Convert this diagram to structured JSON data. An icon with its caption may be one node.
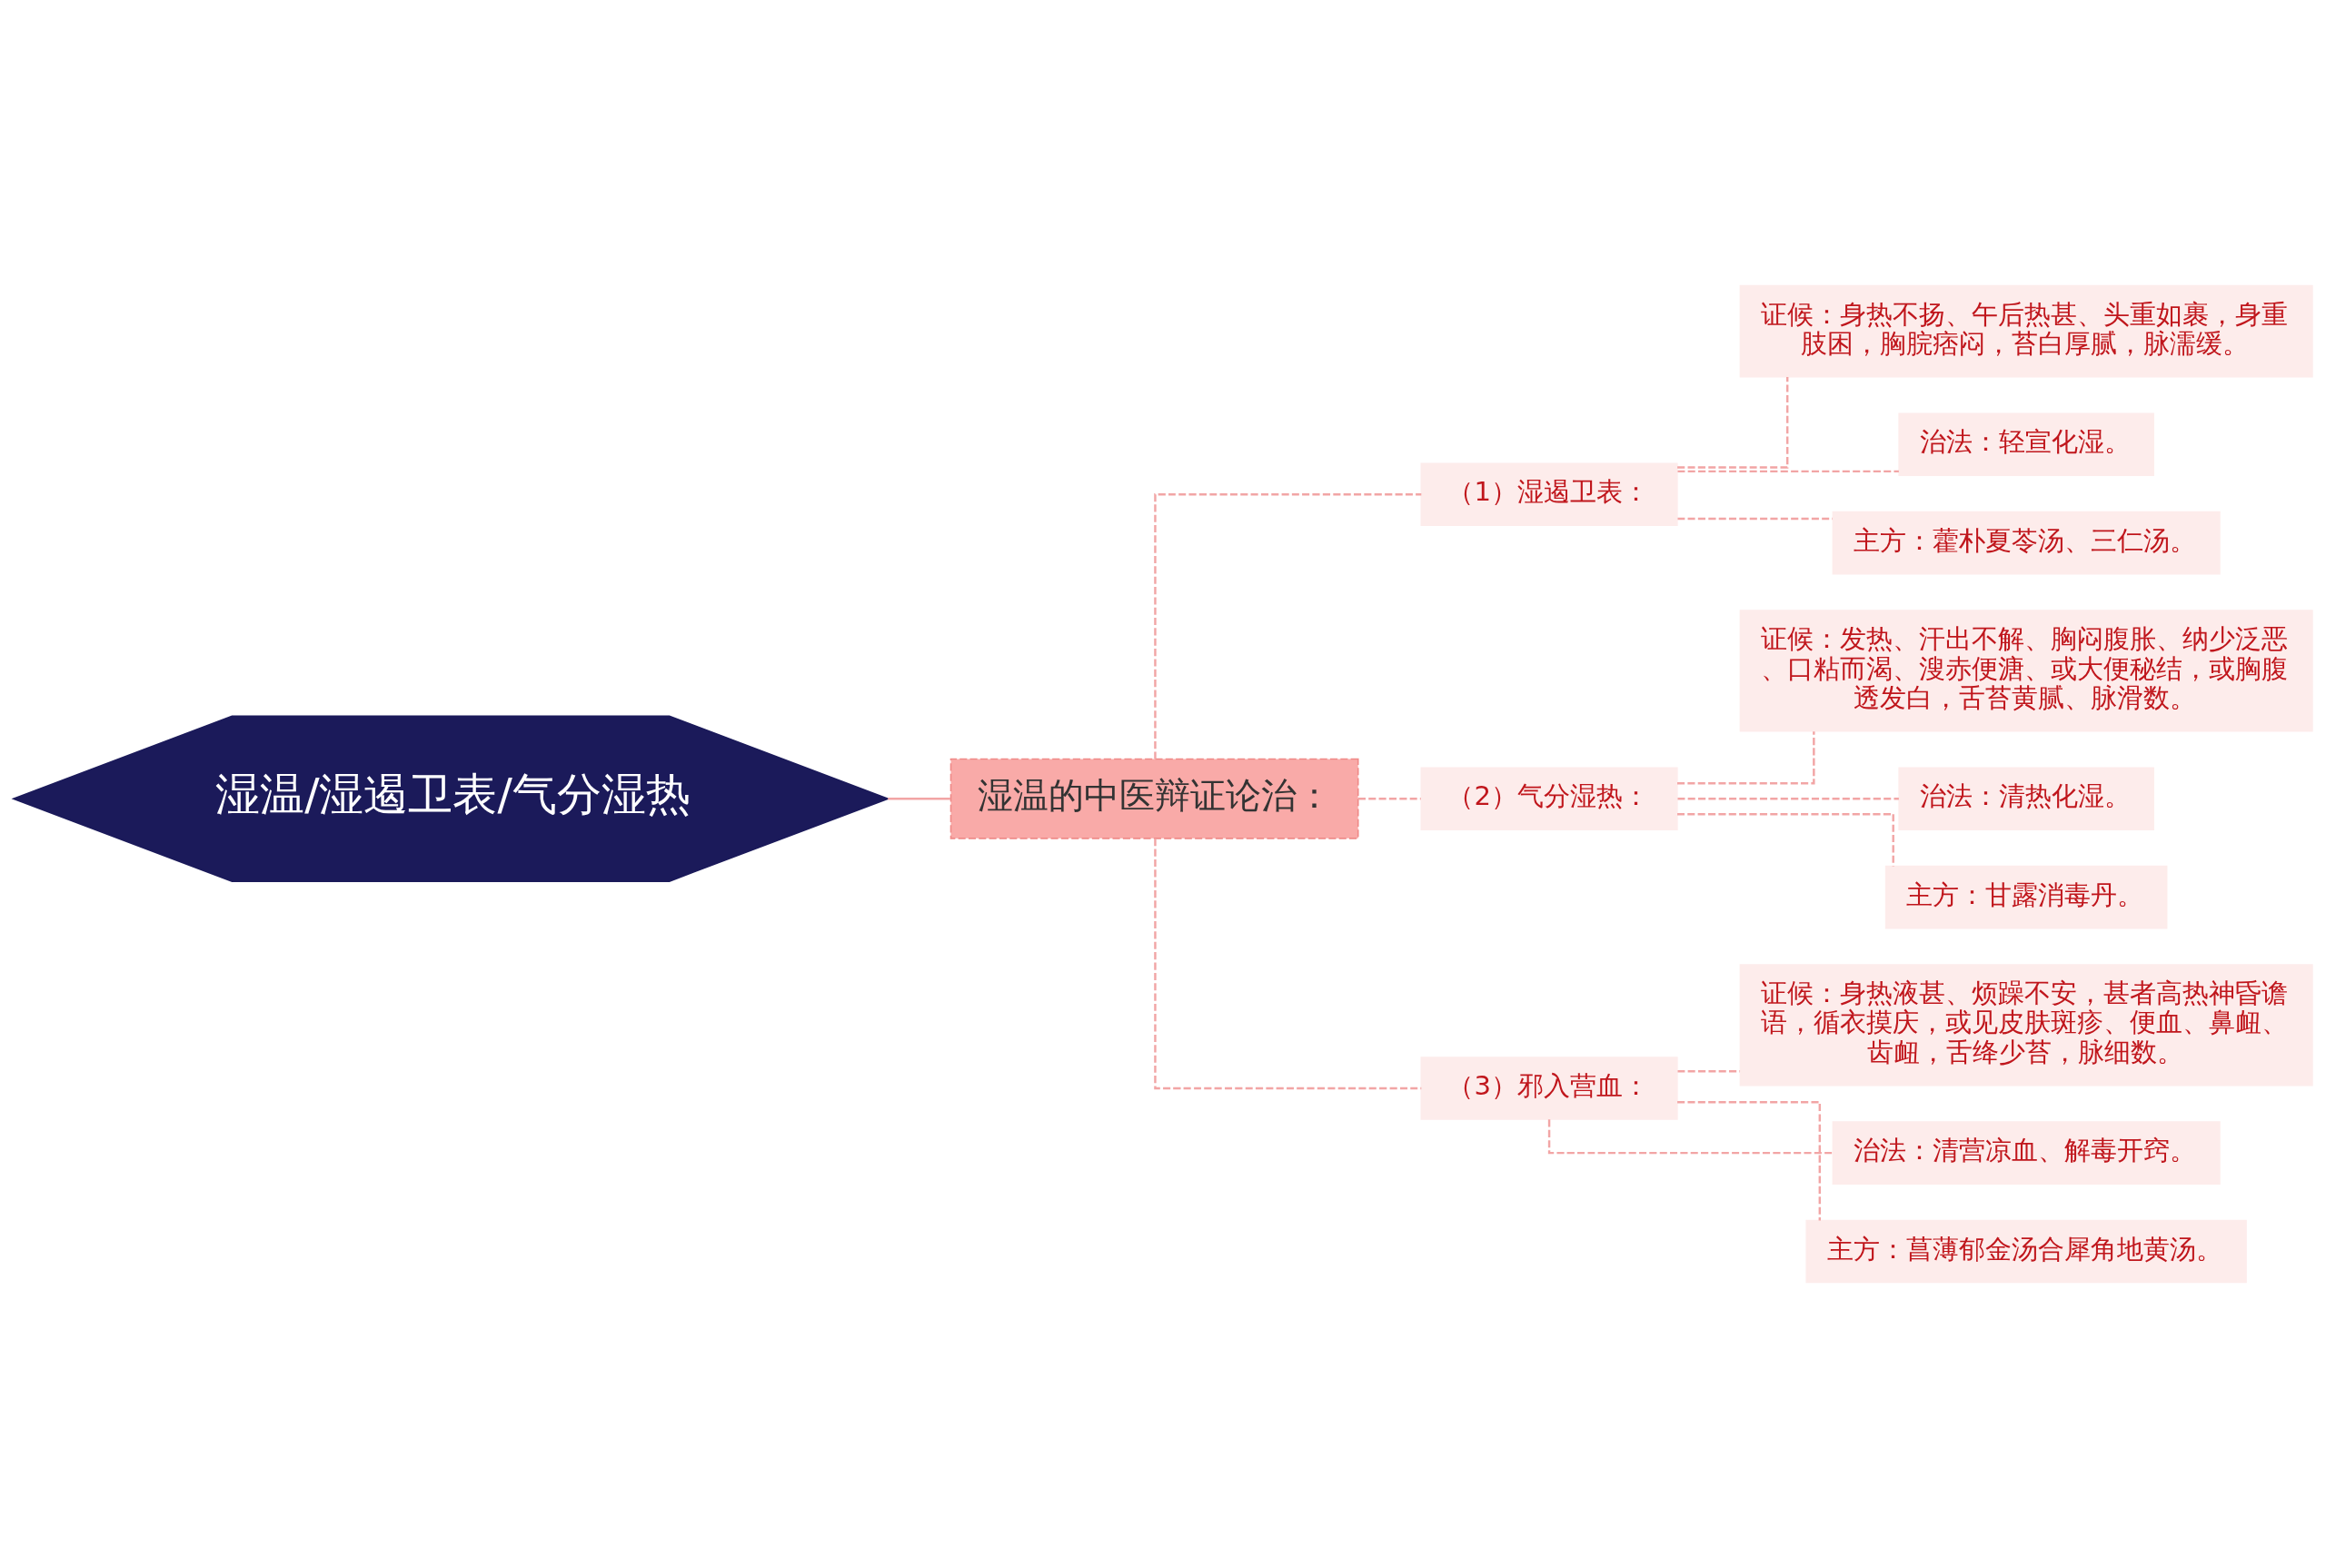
{
  "diagram": {
    "nodes": [
      {
        "text": [
          "湿温/湿遏卫表/气分湿热"
        ]
      },
      {
        "text": [
          "湿温的中医辩证论治："
        ]
      },
      {
        "text": [
          "（1）湿遏卫表："
        ]
      },
      {
        "text": [
          "证候：身热不扬、午后热甚、头重如裹，身重肢困，胸脘痞闷，苔白厚腻，脉濡缓。"
        ]
      },
      {
        "text": [
          "治法：轻宣化湿。"
        ]
      },
      {
        "text": [
          "主方：藿朴夏苓汤、三仁汤。"
        ]
      },
      {
        "text": [
          "（2）气分湿热："
        ]
      },
      {
        "text": [
          "证候：发热、汗出不解、胸闷腹胀、纳少泛恶、口粘而渴、溲赤便溏、或大便秘结，或胸腹透发白，舌苔黄腻、脉滑数。"
        ]
      },
      {
        "text": [
          "治法：清热化湿。"
        ]
      },
      {
        "text": [
          "主方：甘露消毒丹。"
        ]
      },
      {
        "text": [
          "（3）邪入营血："
        ]
      },
      {
        "text": [
          "证候：身热液甚、烦躁不安，甚者高热神昏谵语，循衣摸庆，或见皮肤斑疹、便血、鼻衄、齿衄，舌绛少苔，脉细数。"
        ]
      },
      {
        "text": [
          "治法：清营凉血、解毒开窍。"
        ]
      },
      {
        "text": [
          "主方：菖薄郁金汤合犀角地黄汤。"
        ]
      }
    ],
    "edges": [
      {
        "from": 0,
        "to": 1,
        "arrow": "none"
      },
      {
        "from": 1,
        "to": 2,
        "arrow": "none",
        "style": "dashed"
      },
      {
        "from": 1,
        "to": 6,
        "arrow": "none",
        "style": "dashed"
      },
      {
        "from": 1,
        "to": 10,
        "arrow": "none",
        "style": "dashed"
      },
      {
        "from": 2,
        "to": 3,
        "arrow": "none",
        "style": "dashed"
      },
      {
        "from": 2,
        "to": 4,
        "arrow": "none",
        "style": "dashed"
      },
      {
        "from": 2,
        "to": 5,
        "arrow": "none",
        "style": "dashed"
      },
      {
        "from": 6,
        "to": 7,
        "arrow": "none",
        "style": "dashed"
      },
      {
        "from": 6,
        "to": 8,
        "arrow": "none",
        "style": "dashed"
      },
      {
        "from": 6,
        "to": 9,
        "arrow": "none",
        "style": "dashed"
      },
      {
        "from": 10,
        "to": 11,
        "arrow": "none",
        "style": "dashed"
      },
      {
        "from": 10,
        "to": 12,
        "arrow": "none",
        "style": "dashed"
      },
      {
        "from": 10,
        "to": 13,
        "arrow": "none",
        "style": "dashed"
      }
    ]
  }
}
